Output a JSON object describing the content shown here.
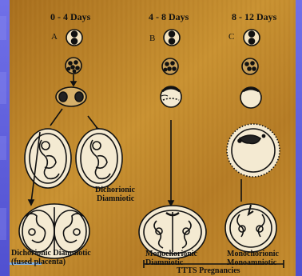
{
  "columns": [
    {
      "range": "0 - 4 Days",
      "letter": "A"
    },
    {
      "range": "4 - 8 Days",
      "letter": "B"
    },
    {
      "range": "8 - 12 Days",
      "letter": "C"
    }
  ],
  "labels": {
    "dichorionic_diamniotic": [
      "Dichorionic",
      "Diamniotic"
    ],
    "dichorionic_fused": [
      "Dichorionic Diamniotic",
      "(fused placenta)"
    ],
    "monochorionic_diamniotic": [
      "Monochorionic",
      "Diamniotic"
    ],
    "monochorionic_monoamniotic": [
      "Monochorionic",
      "Monoamniotic"
    ],
    "footer": "TTTS Pregnancies"
  },
  "colors": {
    "slide_background": "#5a5ad8",
    "panel": "#c28a2c",
    "ink": "#111111"
  }
}
